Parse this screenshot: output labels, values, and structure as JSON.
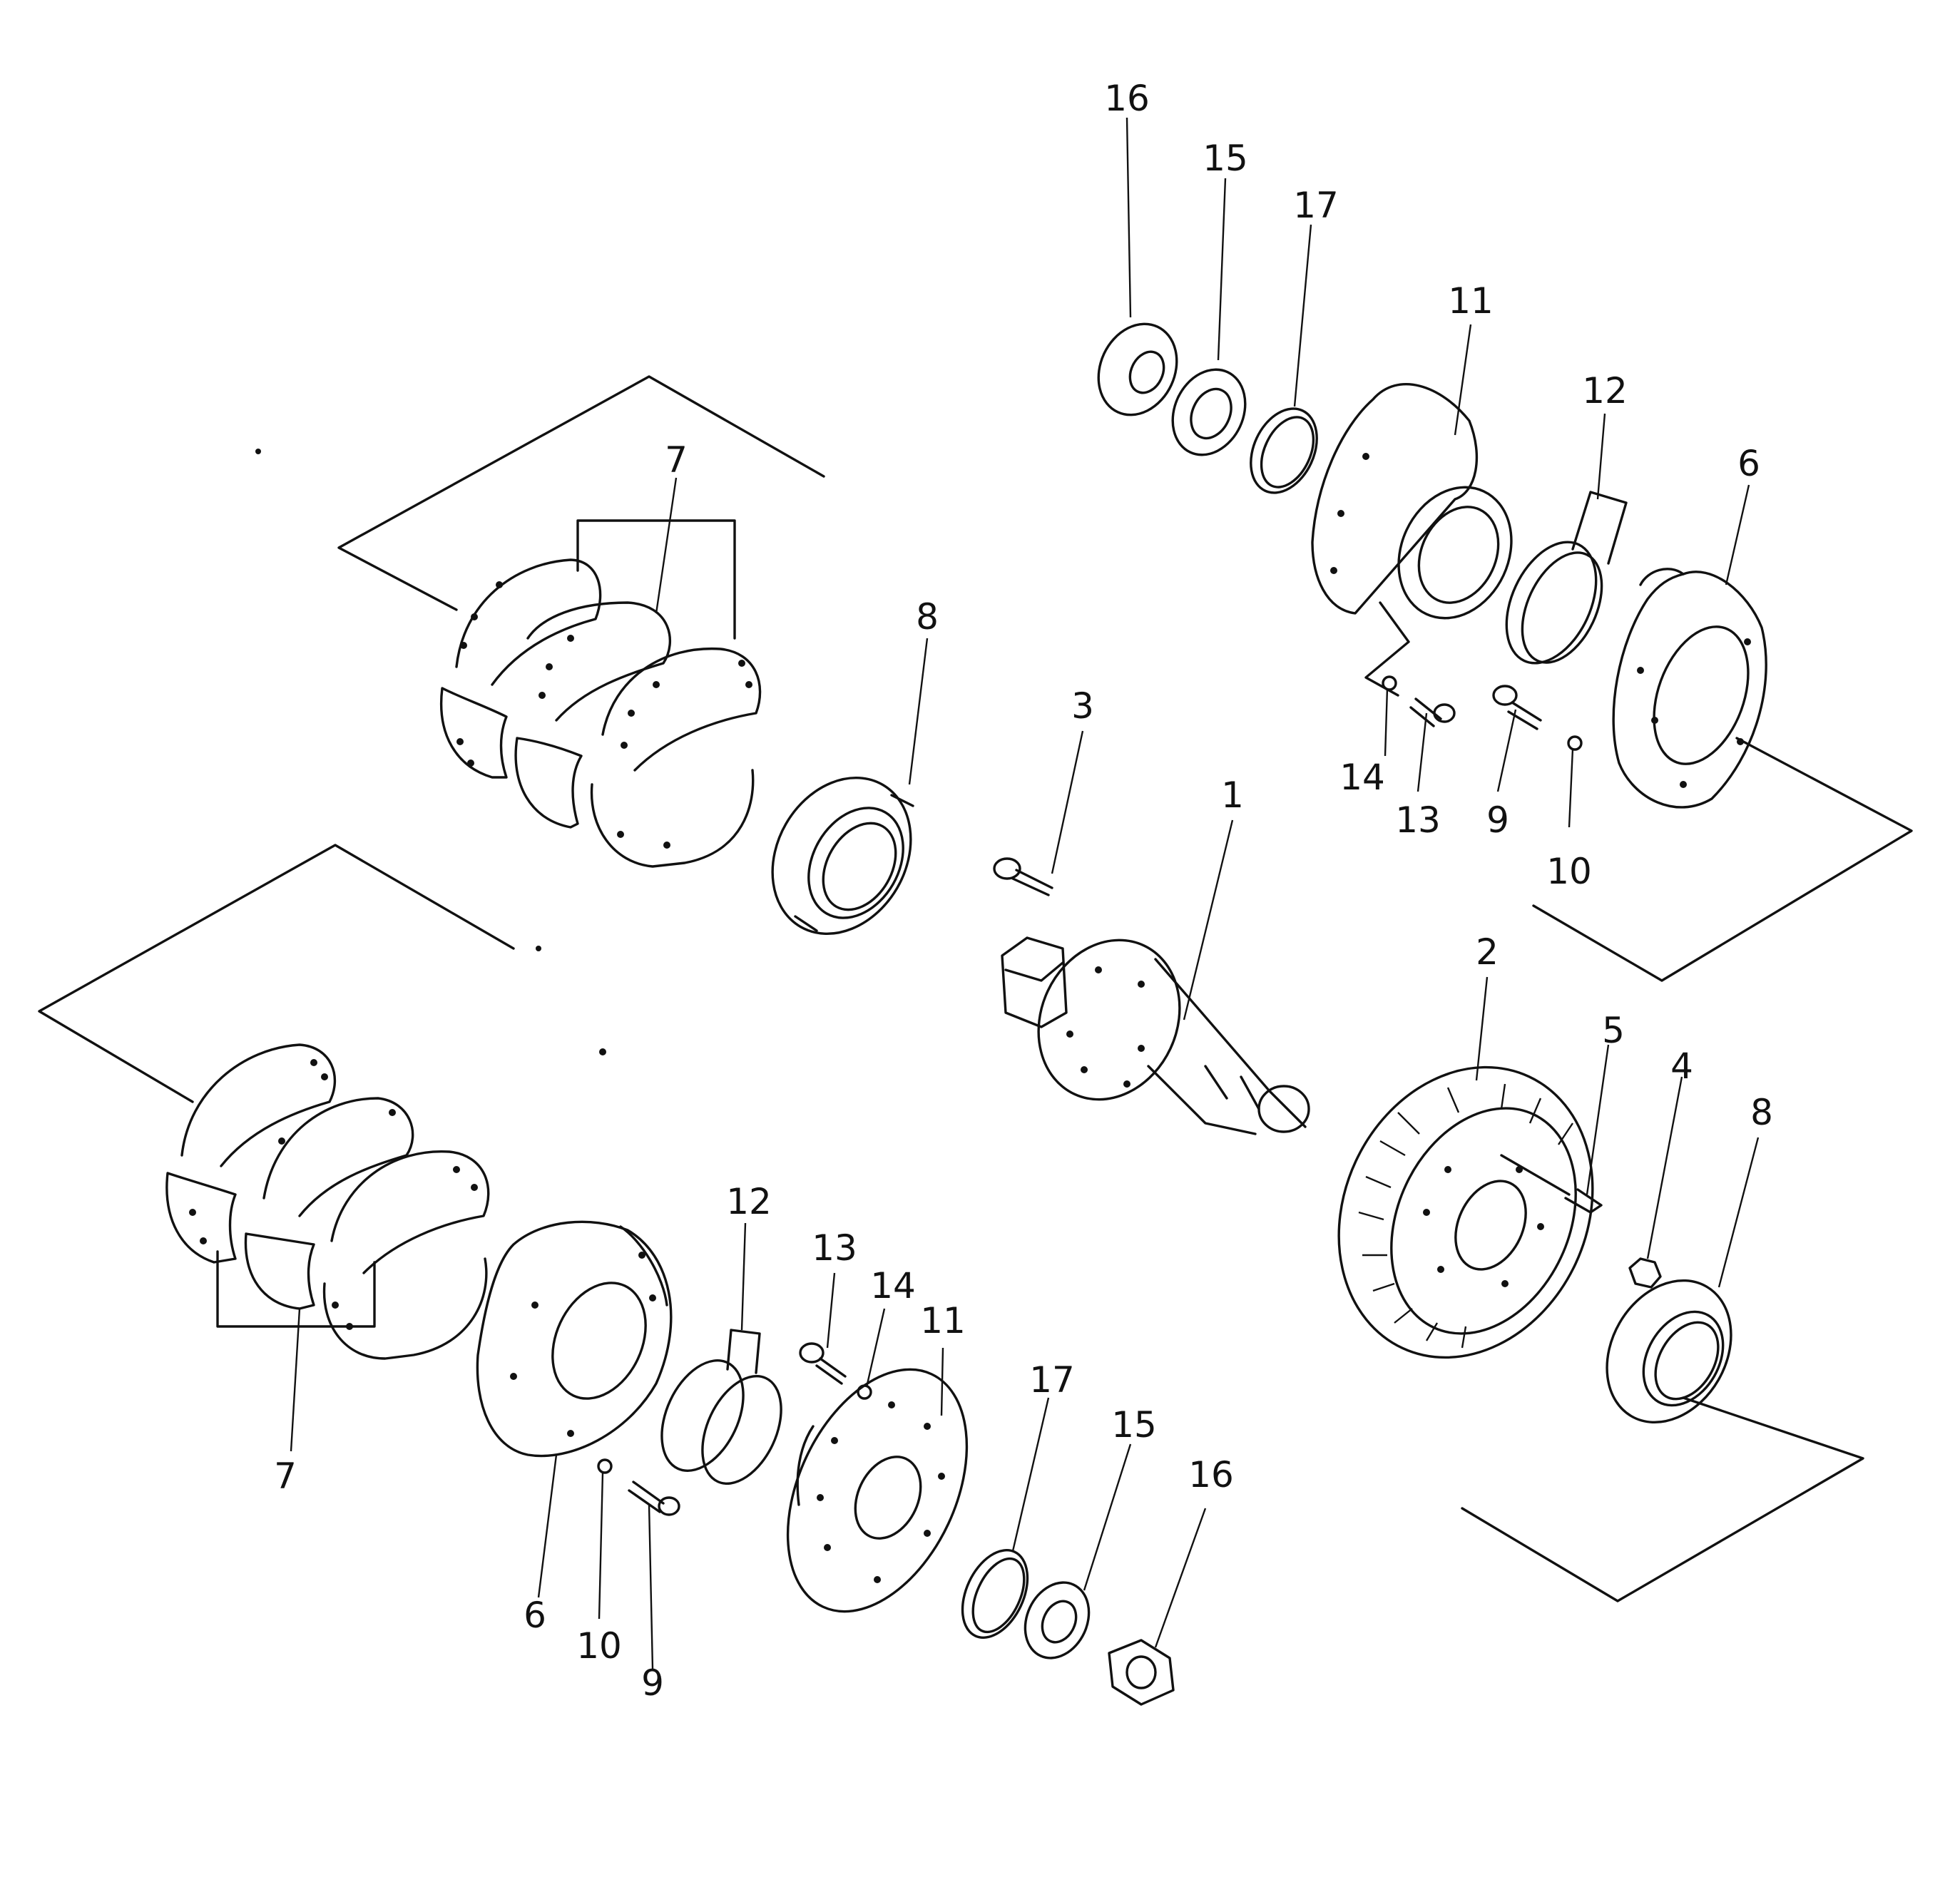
{
  "labels": {
    "top_16": "16",
    "top_15": "15",
    "top_17": "17",
    "top_11": "11",
    "top_12": "12",
    "top_6": "6",
    "top_7": "7",
    "top_8": "8",
    "top_3": "3",
    "top_1": "1",
    "top_14": "14",
    "top_13": "13",
    "top_9": "9",
    "top_10": "10",
    "mid_2": "2",
    "mid_5": "5",
    "mid_4": "4",
    "mid_8": "8",
    "bot_12": "12",
    "bot_13": "13",
    "bot_14": "14",
    "bot_11": "11",
    "bot_17": "17",
    "bot_15": "15",
    "bot_16": "16",
    "bot_7": "7",
    "bot_6": "6",
    "bot_10": "10",
    "bot_9": "9"
  }
}
